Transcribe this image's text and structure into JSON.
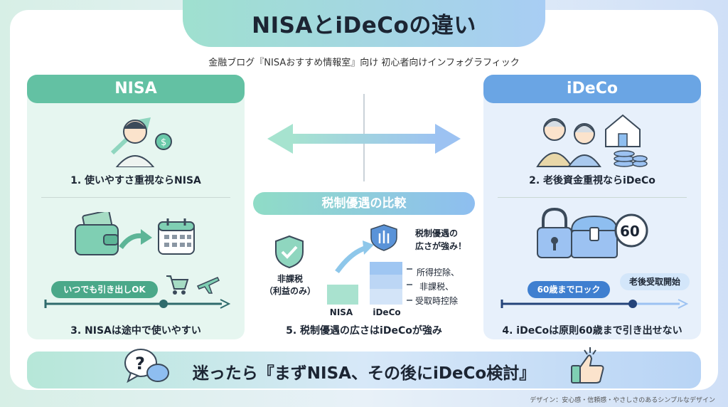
{
  "title": "NISAとiDeCoの違い",
  "subtitle": "金融ブログ『NISAおすすめ情報室』向け 初心者向けインフォグラフィック",
  "nisa": {
    "heading": "NISA",
    "point1": "1. 使いやすさ重視ならNISA",
    "pill": "いつでも引き出しOK",
    "point3": "3. NISAは途中で使いやすい"
  },
  "ideco": {
    "heading": "iDeCo",
    "point2": "2. 老後資金重視ならiDeCo",
    "lock_pill": "60歳までロック",
    "start_pill": "老後受取開始",
    "clock_number": "60",
    "point4": "4. iDeCoは原則60歳まで引き出せない"
  },
  "compare": {
    "heading": "税制優遇の比較",
    "shield_note_line1": "税制優遇の",
    "shield_note_line2": "広さが強み！",
    "nisa_note_line1": "非課税",
    "nisa_note_line2": "（利益のみ）",
    "ideco_note_line1": "所得控除、",
    "ideco_note_line2": "非課税、",
    "ideco_note_line3": "受取時控除",
    "bar_label_nisa": "NISA",
    "bar_label_ideco": "iDeCo",
    "point5": "5. 税制優遇の広さはiDeCoが強み"
  },
  "banner": "迷ったら『まずNISA、その後にiDeCo検討』",
  "footer": "デザイン：安心感・信頼感・やさしさのあるシンプルなデザイン",
  "colors": {
    "nisa": "#63c1a3",
    "ideco": "#6aa5e4",
    "text": "#1c2533"
  },
  "icons": [
    "person-growth-icon",
    "wallet-icon",
    "calendar-icon",
    "cart-icon",
    "airplane-icon",
    "seniors-icon",
    "house-icon",
    "coins-icon",
    "padlock-icon",
    "treasure-chest-icon",
    "clock-icon",
    "check-shield-icon",
    "arrow-shield-icon",
    "question-bubble-icon",
    "thumbs-up-icon"
  ]
}
